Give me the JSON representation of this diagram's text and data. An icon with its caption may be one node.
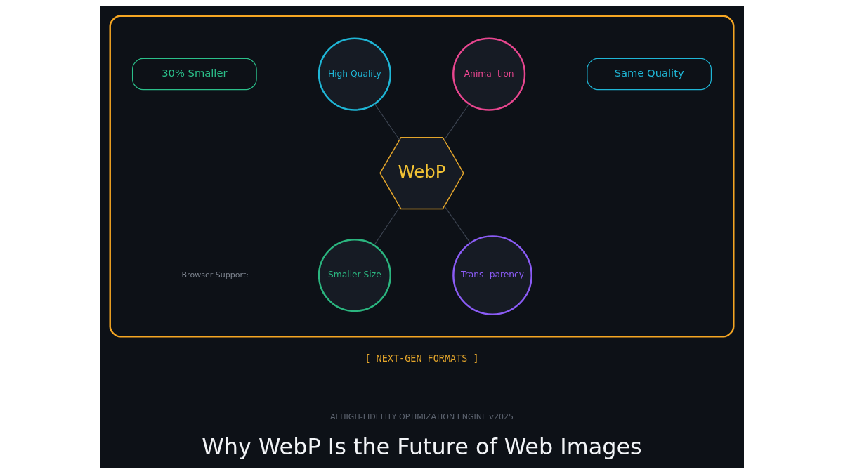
{
  "diagram": {
    "title": "Why WebP Is the Future of Web Images",
    "nodes": [
      {
        "text": [],
        "shape": "box"
      },
      {
        "text": [
          "30% Smaller"
        ],
        "in": 0
      },
      {
        "text": [
          "High Quality"
        ],
        "in": 0
      },
      {
        "text": [
          "Anima- tion"
        ],
        "in": 0
      },
      {
        "text": [
          "Same Quality"
        ],
        "in": 0
      },
      {
        "text": [
          "WebP"
        ],
        "in": 0
      },
      {
        "text": [
          "Smaller Size"
        ],
        "in": 0
      },
      {
        "text": [
          "Trans- parency"
        ],
        "in": 0
      }
    ],
    "edges": [
      {
        "from": 5,
        "to": 2,
        "arrow": "none"
      },
      {
        "from": 5,
        "to": 3,
        "arrow": "none"
      },
      {
        "from": 5,
        "to": 6,
        "arrow": "none"
      },
      {
        "from": 5,
        "to": 7,
        "arrow": "none"
      }
    ],
    "labels": [
      "Browser Support:",
      "[ NEXT-GEN FORMATS ]",
      "AI HIGH-FIDELITY OPTIMIZATION ENGINE v2025"
    ]
  }
}
